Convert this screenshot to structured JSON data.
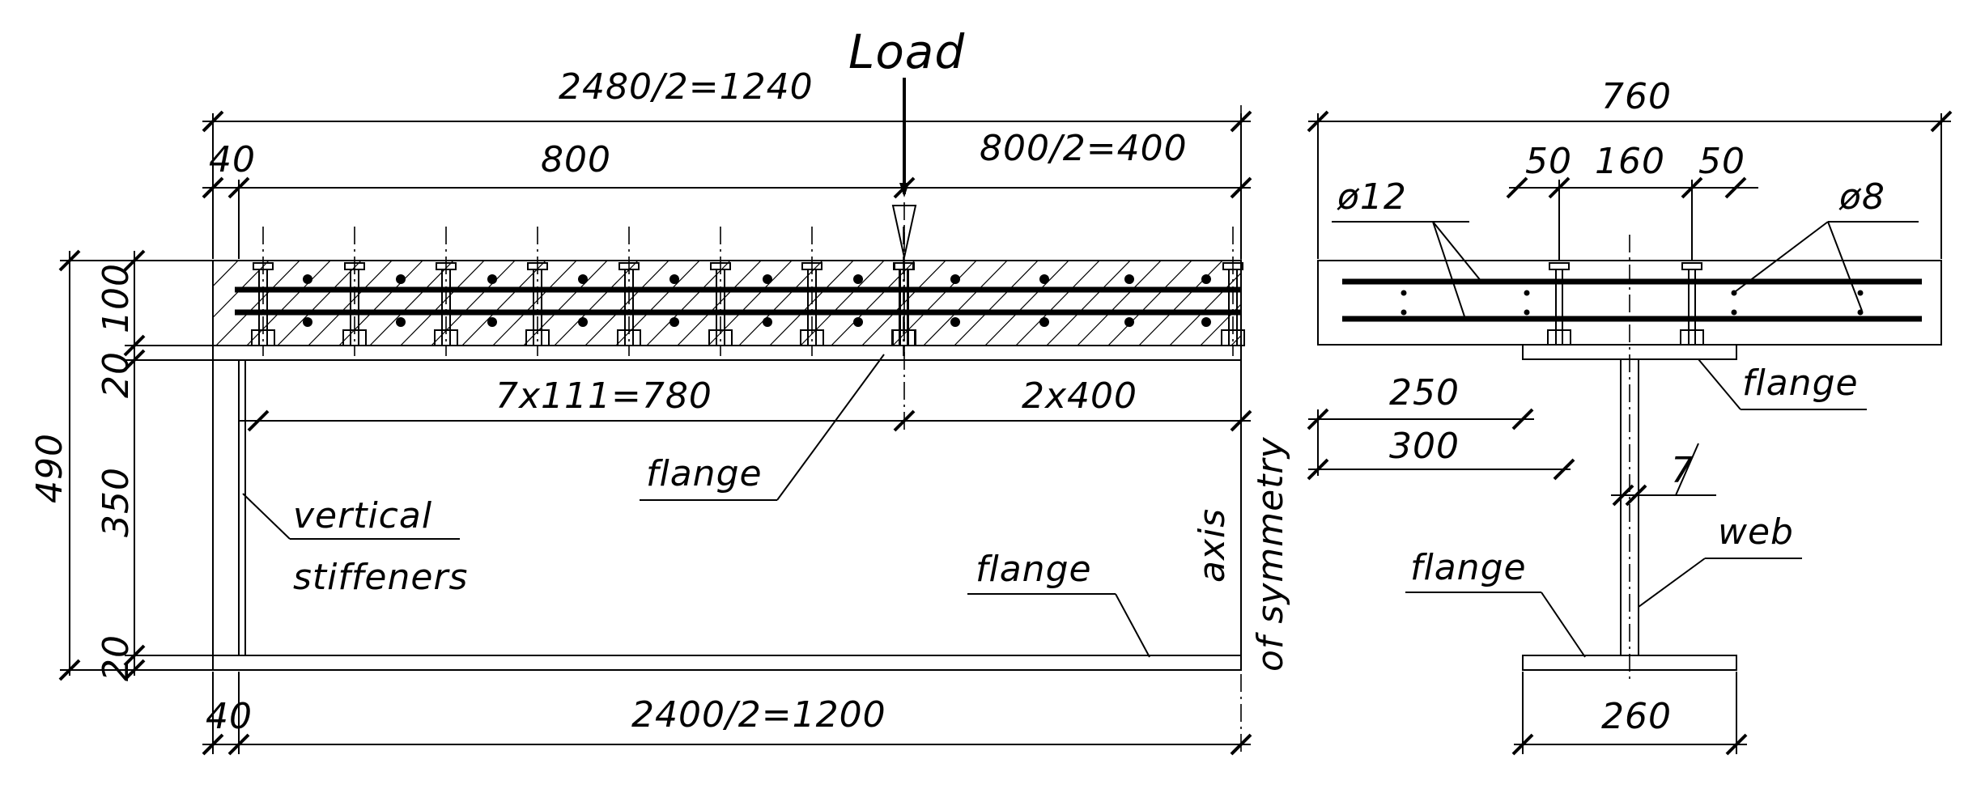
{
  "labels": {
    "load": "Load",
    "top_total": "2480/2=1240",
    "left_40_top": "40",
    "span_800": "800",
    "half_800": "800/2=400",
    "h_100": "100",
    "h_20_top": "20",
    "h_490": "490",
    "h_350": "350",
    "h_20_bot": "20",
    "spacing_7x111": "7x111=780",
    "spacing_2x400": "2x400",
    "flange_top_left": "flange",
    "vertical": "vertical",
    "stiffeners": "stiffeners",
    "flange_bottom_left": "flange",
    "axis": "axis",
    "of_symmetry": "of symmetry",
    "bottom_total": "2400/2=1200",
    "left_40_bottom": "40",
    "slab_width": "760",
    "d50_left": "50",
    "d160": "160",
    "d50_right": "50",
    "phi12": "ø12",
    "phi8": "ø8",
    "d250": "250",
    "d300": "300",
    "flange_top_right": "flange",
    "web_thk": "7",
    "web": "web",
    "flange_bottom_right": "flange",
    "bottom_flange_width": "260"
  }
}
